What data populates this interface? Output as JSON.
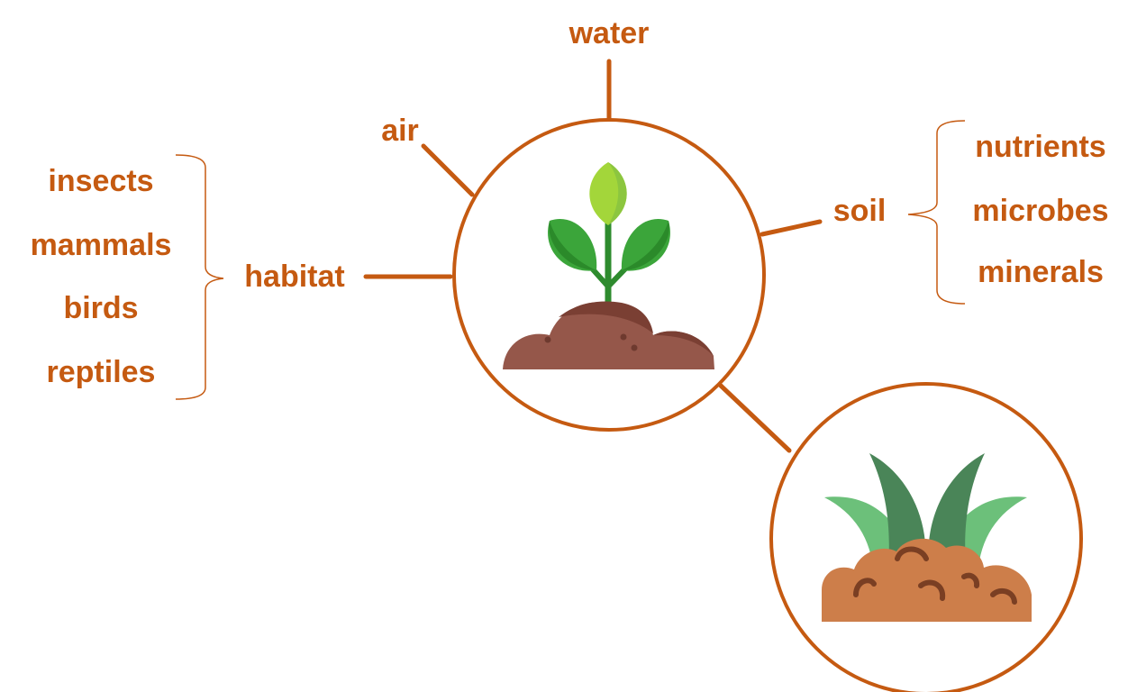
{
  "theme": {
    "accent": "#c55a11",
    "text": "#c55a11",
    "circle_fill": "#ffffff",
    "background": "#ffffff"
  },
  "center": {
    "icon": "sprouting-plant-icon"
  },
  "secondary": {
    "icon": "grass-in-soil-icon"
  },
  "labels": {
    "water": "water",
    "air": "air",
    "soil": "soil",
    "habitat": "habitat"
  },
  "habitat_items": [
    "insects",
    "mammals",
    "birds",
    "reptiles"
  ],
  "soil_items": [
    "nutrients",
    "microbes",
    "minerals"
  ]
}
